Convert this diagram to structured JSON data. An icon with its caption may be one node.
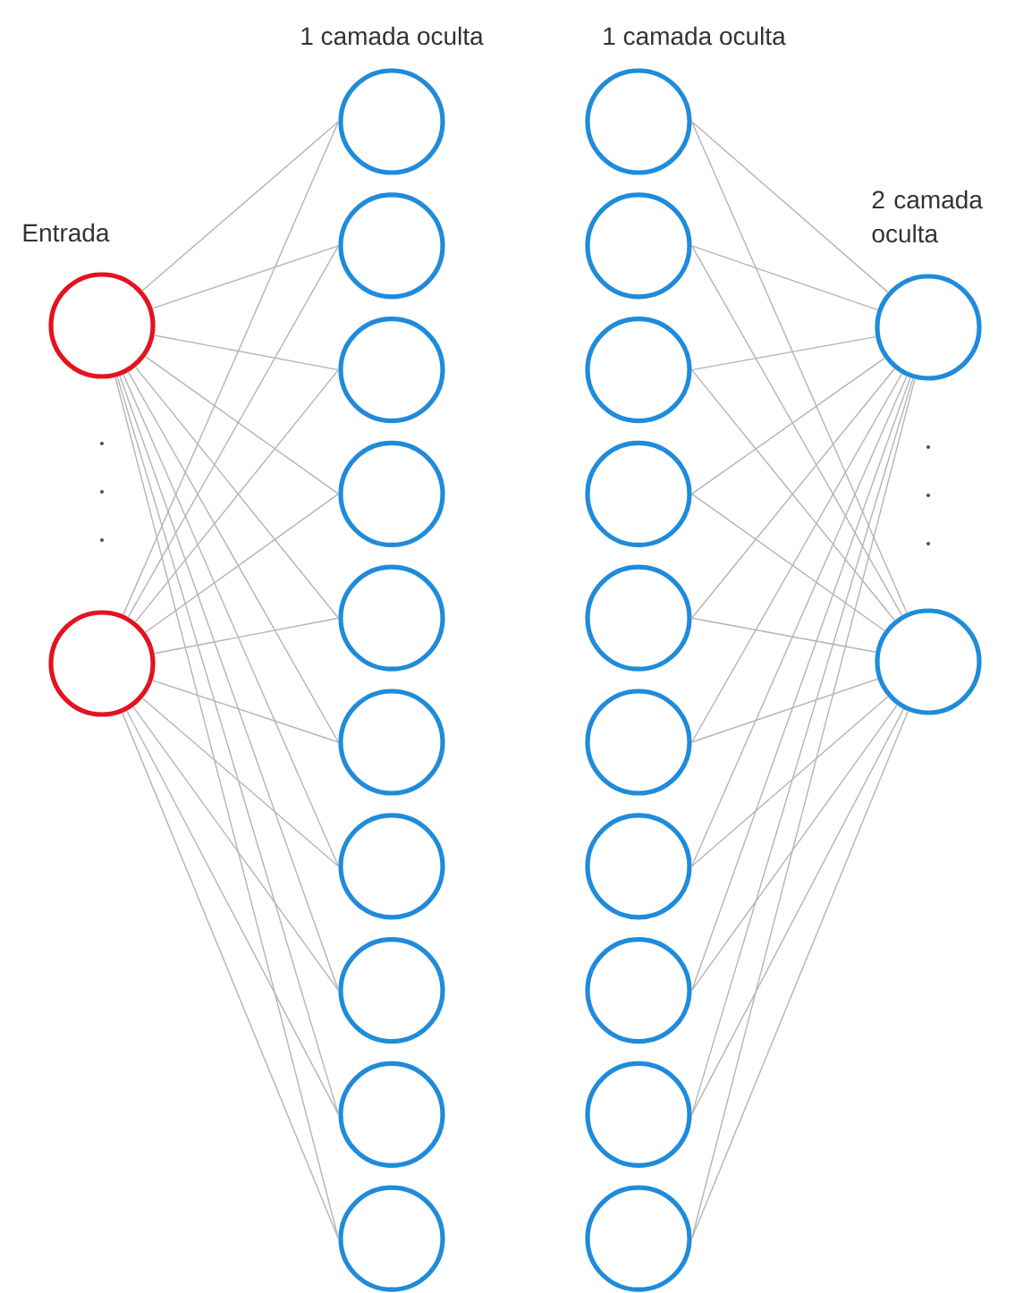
{
  "diagram": {
    "nodes": [
      {
        "text": [],
        "shape": "circle"
      },
      {
        "text": [],
        "shape": "circle"
      },
      {
        "text": [],
        "shape": "circle"
      },
      {
        "text": [],
        "shape": "circle"
      },
      {
        "text": [],
        "shape": "circle"
      },
      {
        "text": [],
        "shape": "circle"
      },
      {
        "text": [],
        "shape": "circle"
      },
      {
        "text": [],
        "shape": "circle"
      },
      {
        "text": [],
        "shape": "circle"
      },
      {
        "text": [],
        "shape": "circle"
      },
      {
        "text": [],
        "shape": "circle"
      },
      {
        "text": [],
        "shape": "circle"
      },
      {
        "text": [],
        "shape": "circle"
      },
      {
        "text": [],
        "shape": "circle"
      },
      {
        "text": [],
        "shape": "circle"
      },
      {
        "text": [],
        "shape": "circle"
      },
      {
        "text": [],
        "shape": "circle"
      },
      {
        "text": [],
        "shape": "circle"
      },
      {
        "text": [],
        "shape": "circle"
      },
      {
        "text": [],
        "shape": "circle"
      },
      {
        "text": [],
        "shape": "circle"
      },
      {
        "text": [],
        "shape": "circle"
      },
      {
        "text": [],
        "shape": "circle"
      },
      {
        "text": [],
        "shape": "circle"
      }
    ],
    "edges": [
      {
        "from": 0,
        "to": 2,
        "arrow": "none"
      },
      {
        "from": 0,
        "to": 3,
        "arrow": "none"
      },
      {
        "from": 0,
        "to": 4,
        "arrow": "none"
      },
      {
        "from": 0,
        "to": 5,
        "arrow": "none"
      },
      {
        "from": 0,
        "to": 6,
        "arrow": "none"
      },
      {
        "from": 0,
        "to": 7,
        "arrow": "none"
      },
      {
        "from": 0,
        "to": 8,
        "arrow": "none"
      },
      {
        "from": 0,
        "to": 9,
        "arrow": "none"
      },
      {
        "from": 0,
        "to": 10,
        "arrow": "none"
      },
      {
        "from": 0,
        "to": 11,
        "arrow": "none"
      },
      {
        "from": 1,
        "to": 2,
        "arrow": "none"
      },
      {
        "from": 1,
        "to": 3,
        "arrow": "none"
      },
      {
        "from": 1,
        "to": 4,
        "arrow": "none"
      },
      {
        "from": 1,
        "to": 5,
        "arrow": "none"
      },
      {
        "from": 1,
        "to": 6,
        "arrow": "none"
      },
      {
        "from": 1,
        "to": 7,
        "arrow": "none"
      },
      {
        "from": 1,
        "to": 8,
        "arrow": "none"
      },
      {
        "from": 1,
        "to": 9,
        "arrow": "none"
      },
      {
        "from": 1,
        "to": 10,
        "arrow": "none"
      },
      {
        "from": 1,
        "to": 11,
        "arrow": "none"
      },
      {
        "from": 12,
        "to": 22,
        "arrow": "none"
      },
      {
        "from": 13,
        "to": 22,
        "arrow": "none"
      },
      {
        "from": 14,
        "to": 22,
        "arrow": "none"
      },
      {
        "from": 15,
        "to": 22,
        "arrow": "none"
      },
      {
        "from": 16,
        "to": 22,
        "arrow": "none"
      },
      {
        "from": 17,
        "to": 22,
        "arrow": "none"
      },
      {
        "from": 18,
        "to": 22,
        "arrow": "none"
      },
      {
        "from": 19,
        "to": 22,
        "arrow": "none"
      },
      {
        "from": 20,
        "to": 22,
        "arrow": "none"
      },
      {
        "from": 21,
        "to": 22,
        "arrow": "none"
      },
      {
        "from": 12,
        "to": 23,
        "arrow": "none"
      },
      {
        "from": 13,
        "to": 23,
        "arrow": "none"
      },
      {
        "from": 14,
        "to": 23,
        "arrow": "none"
      },
      {
        "from": 15,
        "to": 23,
        "arrow": "none"
      },
      {
        "from": 16,
        "to": 23,
        "arrow": "none"
      },
      {
        "from": 17,
        "to": 23,
        "arrow": "none"
      },
      {
        "from": 18,
        "to": 23,
        "arrow": "none"
      },
      {
        "from": 19,
        "to": 23,
        "arrow": "none"
      },
      {
        "from": 20,
        "to": 23,
        "arrow": "none"
      },
      {
        "from": 21,
        "to": 23,
        "arrow": "none"
      }
    ],
    "labels": [
      "1 camada oculta",
      "1 camada oculta",
      "Entrada",
      "2 camada oculta"
    ]
  }
}
